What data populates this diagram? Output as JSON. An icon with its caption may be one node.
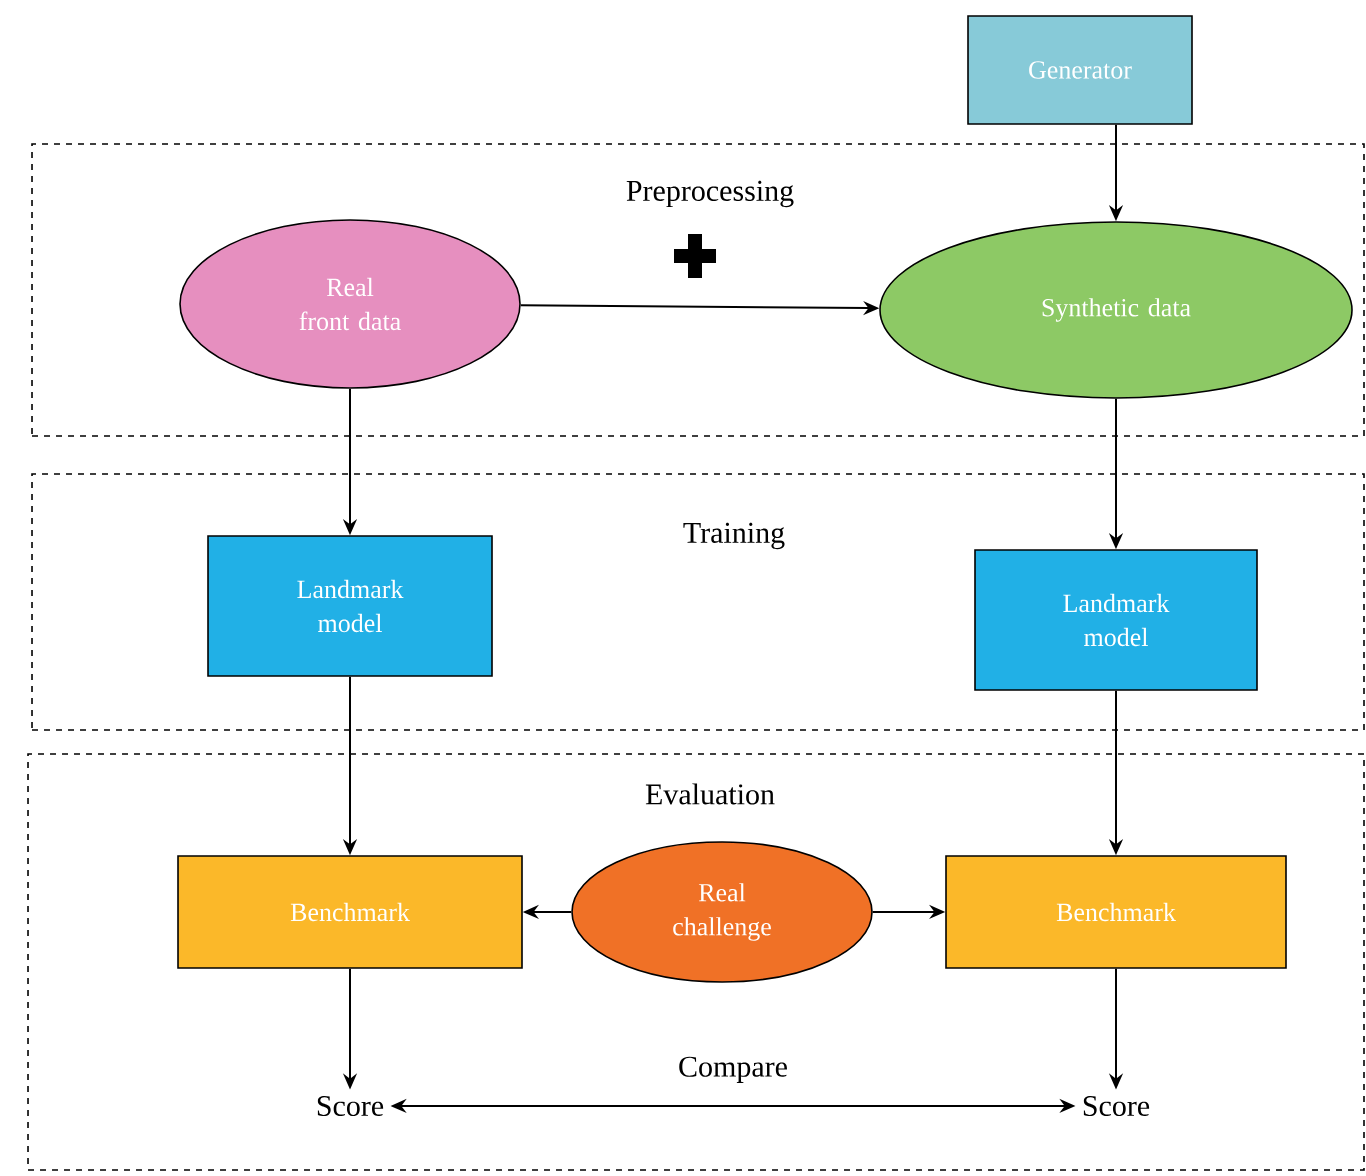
{
  "diagram": {
    "nodes": [
      {
        "text": [
          "Generator"
        ]
      },
      {
        "text": [
          "Preprocessing"
        ]
      },
      {
        "text": [
          "Real front data"
        ],
        "in": 1
      },
      {
        "text": [
          "Synthetic data"
        ],
        "in": 1
      },
      {
        "text": [
          "Training"
        ]
      },
      {
        "text": [
          "Landmark model"
        ],
        "in": 4
      },
      {
        "text": [
          "Landmark model"
        ],
        "in": 4
      },
      {
        "text": [
          "Evaluation"
        ]
      },
      {
        "text": [
          "Benchmark"
        ],
        "in": 7
      },
      {
        "text": [
          "Real challenge"
        ],
        "in": 7
      },
      {
        "text": [
          "Benchmark"
        ],
        "in": 7
      },
      {
        "text": [
          "Score"
        ],
        "in": 7
      },
      {
        "text": [
          "Score"
        ],
        "in": 7
      }
    ],
    "edges": [
      {
        "from": 0,
        "to": 3,
        "arrow": "to"
      },
      {
        "from": 2,
        "to": 3,
        "arrow": "to"
      },
      {
        "from": 2,
        "to": 5,
        "arrow": "to"
      },
      {
        "from": 3,
        "to": 6,
        "arrow": "to"
      },
      {
        "from": 5,
        "to": 8,
        "arrow": "to"
      },
      {
        "from": 6,
        "to": 10,
        "arrow": "to"
      },
      {
        "from": 9,
        "to": 8,
        "arrow": "to"
      },
      {
        "from": 9,
        "to": 10,
        "arrow": "to"
      },
      {
        "from": 8,
        "to": 11,
        "arrow": "to"
      },
      {
        "from": 10,
        "to": 12,
        "arrow": "to"
      },
      {
        "from": 11,
        "to": 12,
        "arrow": "both",
        "label": "Compare"
      }
    ]
  }
}
